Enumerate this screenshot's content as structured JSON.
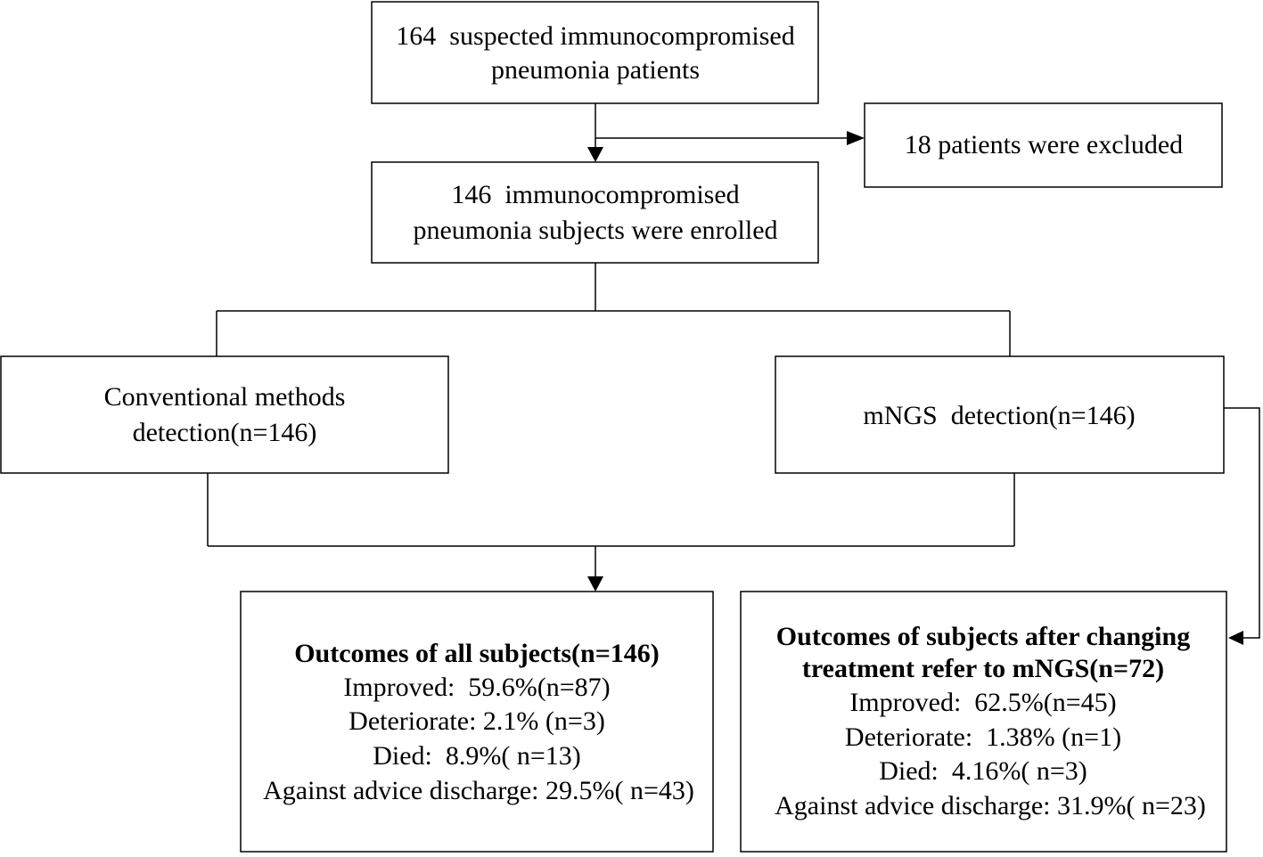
{
  "nodes": {
    "suspected": {
      "lines": [
        "164  suspected immunocompromised",
        "pneumonia patients"
      ]
    },
    "excluded": {
      "lines": [
        "18 patients were excluded"
      ]
    },
    "enrolled": {
      "lines": [
        "146  immunocompromised",
        "pneumonia subjects were enrolled"
      ]
    },
    "conventional": {
      "lines": [
        "Conventional methods",
        "detection(n=146)"
      ]
    },
    "mngs": {
      "lines": [
        "mNGS  detection(n=146)"
      ]
    },
    "outcomes_all": {
      "title": "Outcomes of all subjects(n=146)",
      "items": [
        "Improved:  59.6%(n=87)",
        "Deteriorate: 2.1% (n=3)",
        "Died:  8.9%( n=13)",
        "Against advice discharge: 29.5%( n=43)"
      ]
    },
    "outcomes_mngs": {
      "title_lines": [
        "Outcomes of subjects after changing",
        "treatment refer to mNGS(n=72)"
      ],
      "items": [
        "Improved:  62.5%(n=45)",
        "Deteriorate:  1.38% (n=1)",
        "Died:  4.16%( n=3)",
        "Against advice discharge: 31.9%( n=23)"
      ]
    }
  }
}
